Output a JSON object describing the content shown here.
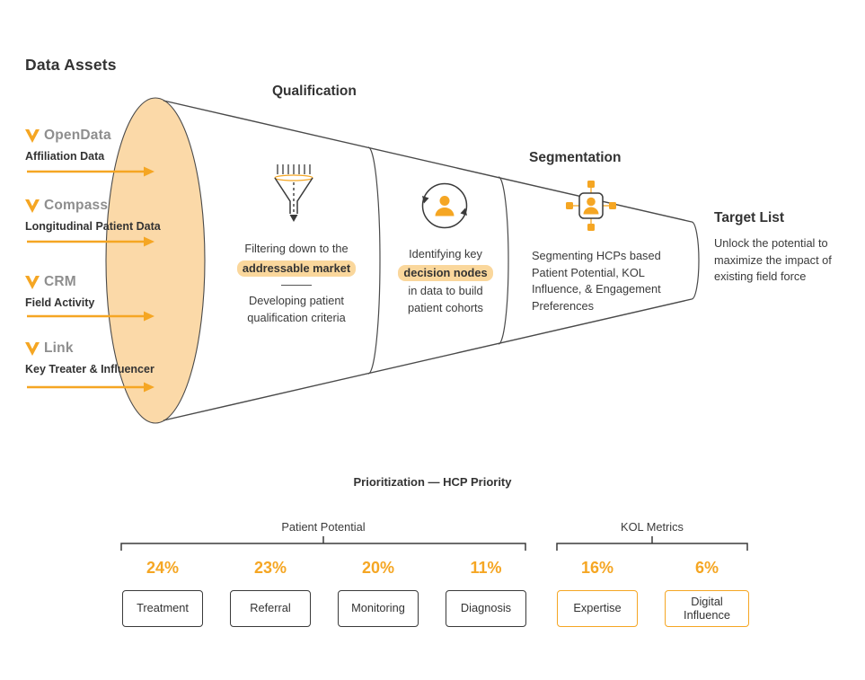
{
  "colors": {
    "orange": "#F5A623",
    "funnel_fill": "#FBD9A8",
    "outline": "#4A4A4A",
    "text_dark": "#3A3A3A",
    "text_gray": "#8E8E8E",
    "highlight": "rgba(245,166,35,0.45)"
  },
  "data_assets": {
    "title": "Data Assets",
    "items": [
      {
        "product": "OpenData",
        "label": "Affiliation Data"
      },
      {
        "product": "Compass",
        "label": "Longitudinal Patient Data"
      },
      {
        "product": "CRM",
        "label": "Field Activity"
      },
      {
        "product": "Link",
        "label": "Key Treater & Influencer"
      }
    ]
  },
  "funnel": {
    "stage1": {
      "title": "Qualification",
      "line1": "Filtering down to the",
      "highlight": "addressable market",
      "line2": "Developing patient qualification criteria"
    },
    "stage2": {
      "line1": "Identifying key",
      "highlight": "decision nodes",
      "line2": "in data to build patient cohorts"
    },
    "stage3": {
      "title": "Segmentation",
      "text": "Segmenting HCPs based Patient Potential, KOL Influence, & Engagement Preferences"
    },
    "stage4": {
      "title": "Target List",
      "text": "Unlock the potential to maximize the impact of existing field force"
    }
  },
  "prioritization": {
    "title": "Prioritization — HCP Priority",
    "groups": [
      {
        "label": "Patient Potential",
        "items": [
          {
            "pct": "24%",
            "label": "Treatment"
          },
          {
            "pct": "23%",
            "label": "Referral"
          },
          {
            "pct": "20%",
            "label": "Monitoring"
          },
          {
            "pct": "11%",
            "label": "Diagnosis"
          }
        ]
      },
      {
        "label": "KOL Metrics",
        "items": [
          {
            "pct": "16%",
            "label": "Expertise"
          },
          {
            "pct": "6%",
            "label": "Digital Influence"
          }
        ]
      }
    ]
  }
}
